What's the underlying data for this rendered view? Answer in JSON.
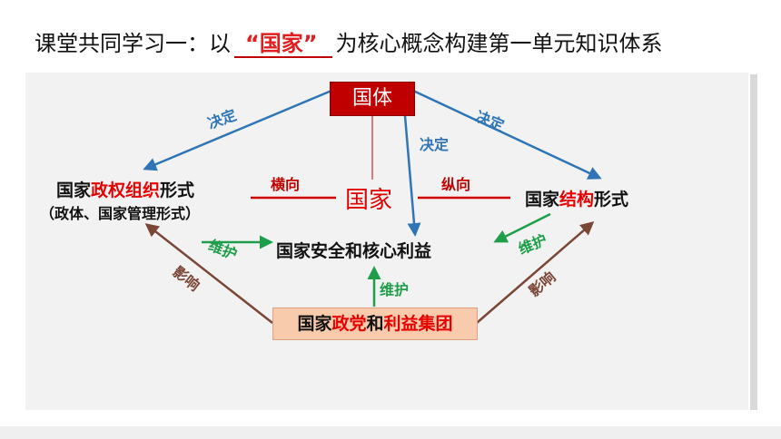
{
  "title": {
    "prefix": "课堂共同学习一：以",
    "highlight": "“国家”",
    "suffix": "为核心概念构建第一单元知识体系"
  },
  "diagram": {
    "top_node": "国体",
    "center_node": "国家",
    "left_node": {
      "part1": "国家",
      "part2_red": "政权组织",
      "part3": "形式",
      "sub": "（政体、国家管理形式）"
    },
    "right_node": {
      "part1": "国家",
      "part2_red": "结构",
      "part3": "形式"
    },
    "middle_node": "国家安全和核心利益",
    "bottom_node": {
      "part1": "国家",
      "part2_red": "政党",
      "part3": "和",
      "part4_red": "利益集团"
    },
    "labels": {
      "decide_left": "决定",
      "decide_right": "决定",
      "decide_middle": "决定",
      "horizontal": "横向",
      "vertical": "纵向",
      "maintain_left": "维护",
      "maintain_right": "维护",
      "maintain_bottom": "维护",
      "influence_left": "影响",
      "influence_right": "影响"
    }
  },
  "colors": {
    "blue": "#2f75b5",
    "red": "#c00000",
    "green": "#1f9e4a",
    "brown": "#7a4636"
  }
}
